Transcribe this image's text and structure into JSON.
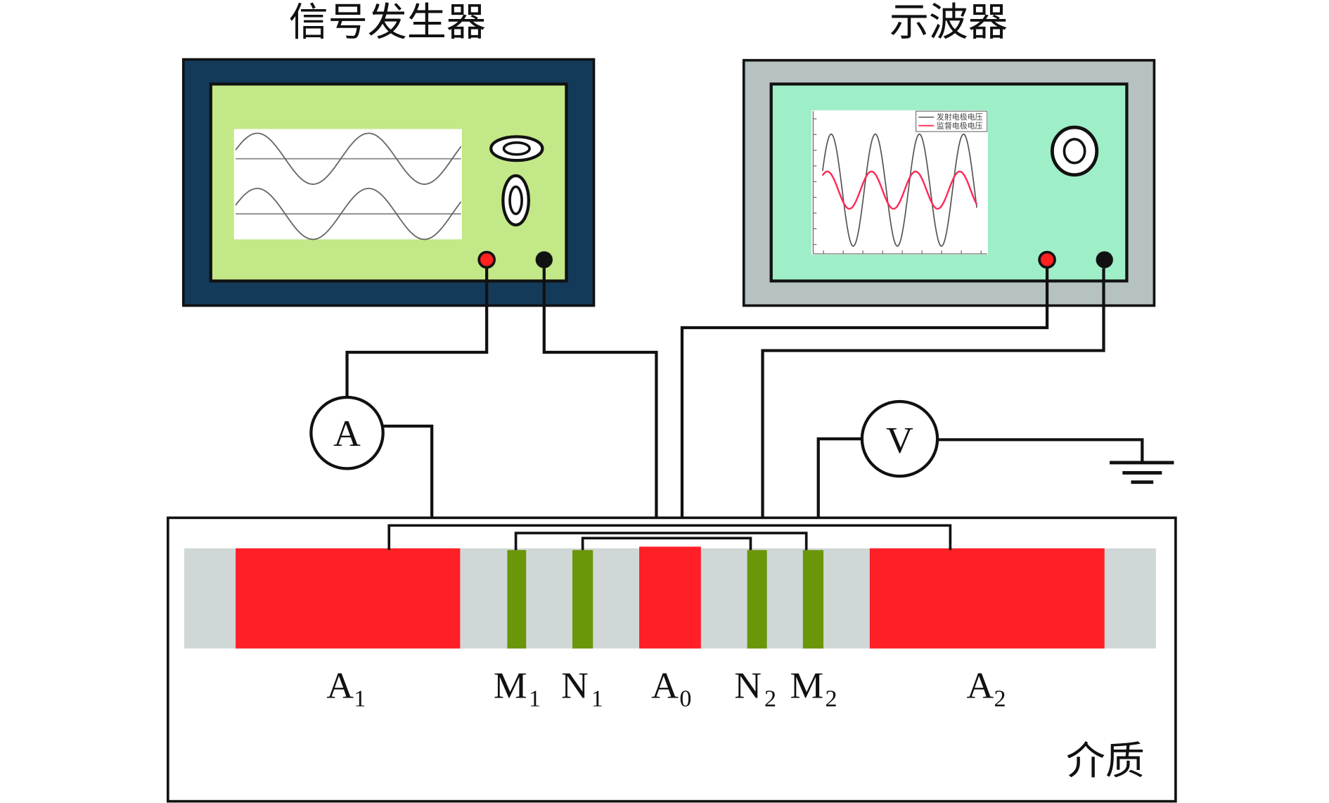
{
  "titles": {
    "signal_generator": "信号发生器",
    "oscilloscope": "示波器"
  },
  "colors": {
    "generator_frame": "#143a5a",
    "generator_panel": "#c2e887",
    "oscilloscope_frame": "#b6c2c1",
    "oscilloscope_panel": "#9eeec8",
    "electrode_supply": "#ff1f26",
    "electrode_measure": "#6a960a",
    "strip": "#d0d8d7",
    "terminal_positive": "#ff2020",
    "terminal_negative": "#111111",
    "trace_transmit": "#555555",
    "trace_monitor": "#ff2a55"
  },
  "meters": {
    "ammeter": "A",
    "voltmeter": "V"
  },
  "oscilloscope_legend": [
    {
      "label": "发射电极电压",
      "color": "#555555"
    },
    {
      "label": "监督电极电压",
      "color": "#ff2a55"
    }
  ],
  "electrodes": [
    {
      "id": "A1",
      "main": "A",
      "sub": "1",
      "type": "supply"
    },
    {
      "id": "M1",
      "main": "M",
      "sub": "1",
      "type": "measure"
    },
    {
      "id": "N1",
      "main": "N",
      "sub": "1",
      "type": "measure"
    },
    {
      "id": "A0",
      "main": "A",
      "sub": "0",
      "type": "supply"
    },
    {
      "id": "N2",
      "main": "N",
      "sub": "2",
      "type": "measure"
    },
    {
      "id": "M2",
      "main": "M",
      "sub": "2",
      "type": "measure"
    },
    {
      "id": "A2",
      "main": "A",
      "sub": "2",
      "type": "supply"
    }
  ],
  "medium_label": "介质",
  "icons": {
    "ground": "ground-icon",
    "knob": "knob-icon",
    "terminal": "terminal-icon"
  }
}
